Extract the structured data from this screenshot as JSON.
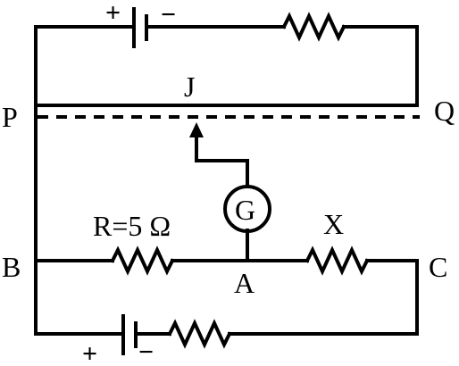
{
  "labels": {
    "P": "P",
    "Q": "Q",
    "J": "J",
    "B": "B",
    "C": "C",
    "A": "A",
    "G": "G",
    "R": "R=5 Ω",
    "X": "X"
  },
  "signs": {
    "top_battery_plus": "+",
    "top_battery_minus": "−",
    "bottom_battery_plus": "+",
    "bottom_battery_minus": "−"
  }
}
